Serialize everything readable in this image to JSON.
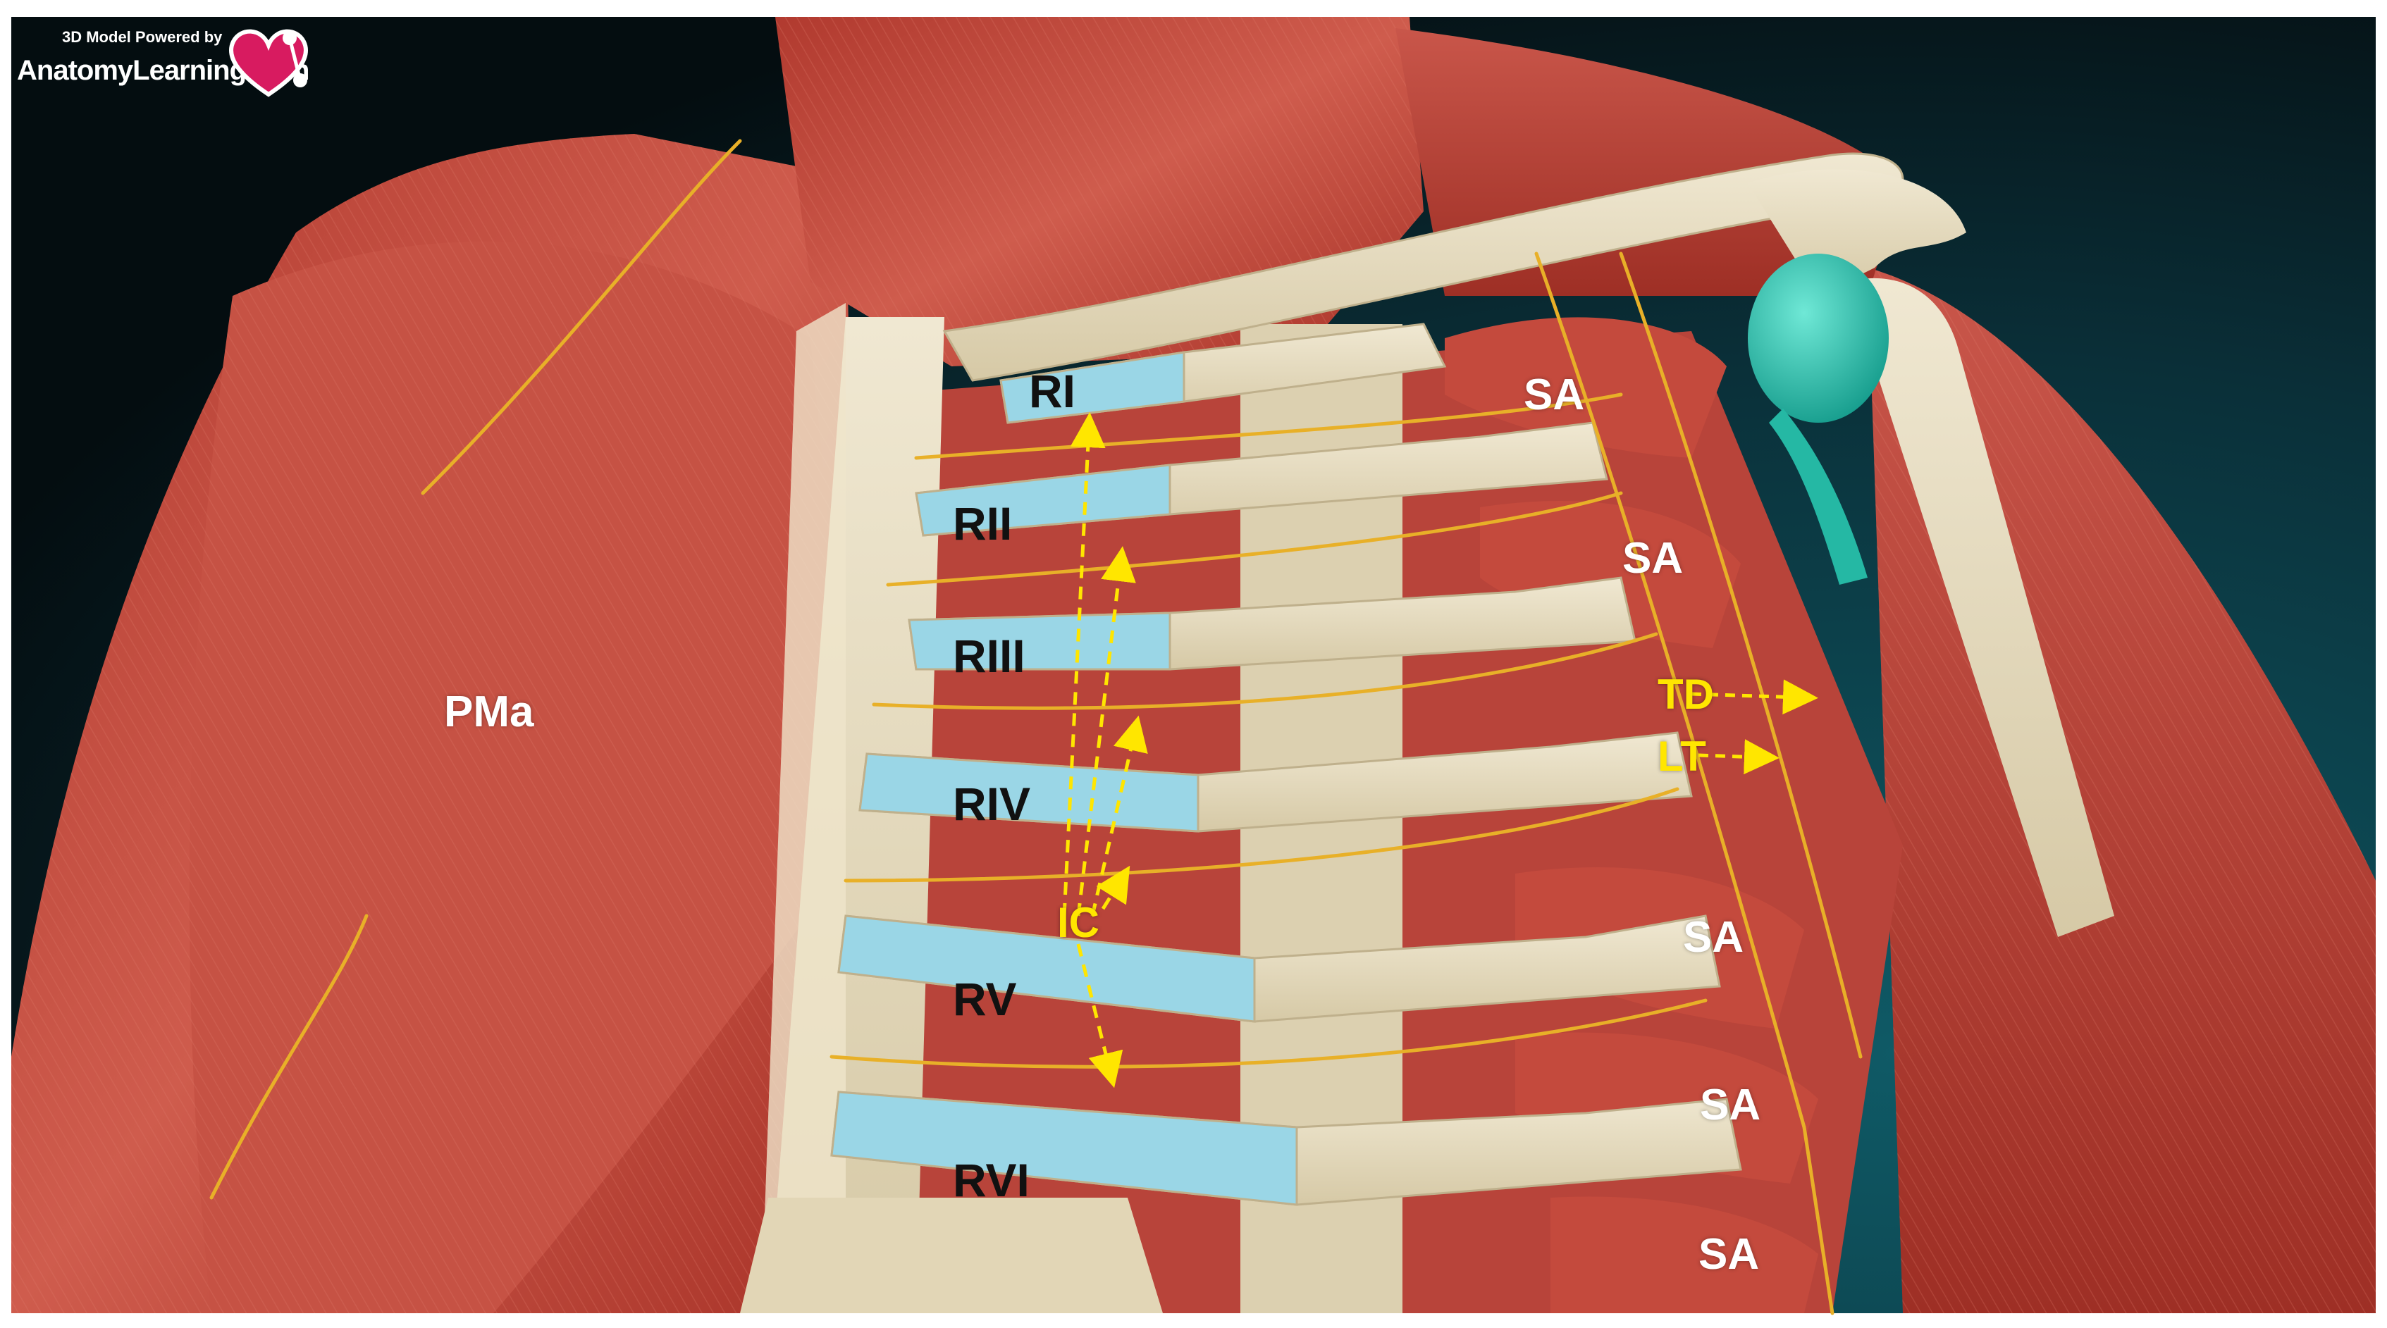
{
  "logo": {
    "tagline": "3D Model Powered by",
    "brand": "AnatomyLearning.com",
    "brand_color": "#d81b60"
  },
  "labels": {
    "ri": "RI",
    "rii": "RII",
    "riii": "RIII",
    "riv": "RIV",
    "rv": "RV",
    "rvi": "RVI",
    "pma": "PMa",
    "sa1": "SA",
    "sa2": "SA",
    "sa3": "SA",
    "sa4": "SA",
    "sa5": "SA",
    "td": "TD",
    "lt": "LT",
    "ic": "IC"
  },
  "colors": {
    "muscle": "#c0483c",
    "bone": "#e6dcc0",
    "cartilage": "#9ad6e6",
    "nerve": "#e8b028",
    "annotation": "#ffe600",
    "background": "#0b2a33"
  }
}
